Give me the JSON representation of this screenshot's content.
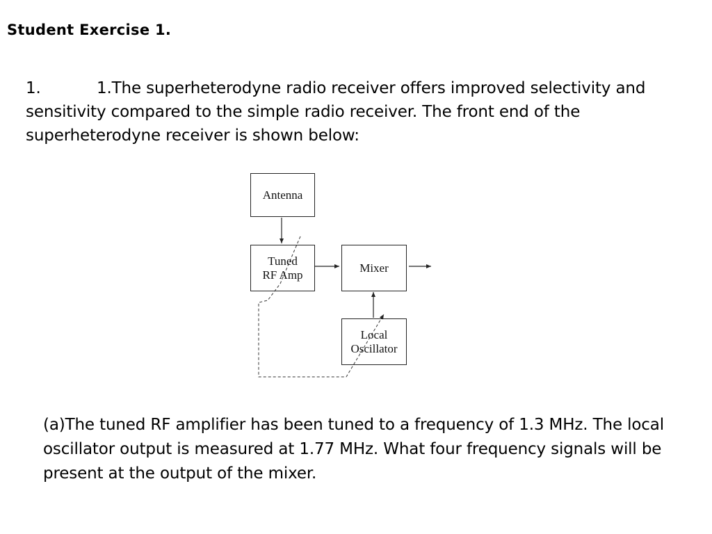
{
  "slide": {
    "title": "Student Exercise 1."
  },
  "question": {
    "number": "1.",
    "intro": "1.The superheterodyne radio receiver offers improved selectivity and sensitivity compared to the simple radio receiver. The front end of the superheterodyne receiver is shown below:",
    "part_a": "(a)The tuned RF amplifier has been tuned to a frequency of 1.3 MHz. The local oscillator output is measured at 1.77 MHz. What four frequency signals will be present at the output of the mixer."
  },
  "diagram": {
    "blocks": {
      "antenna": "Antenna",
      "tuned_rf_amp": "Tuned\nRF Amp",
      "mixer": "Mixer",
      "local_oscillator": "Local\nOscillator"
    }
  }
}
